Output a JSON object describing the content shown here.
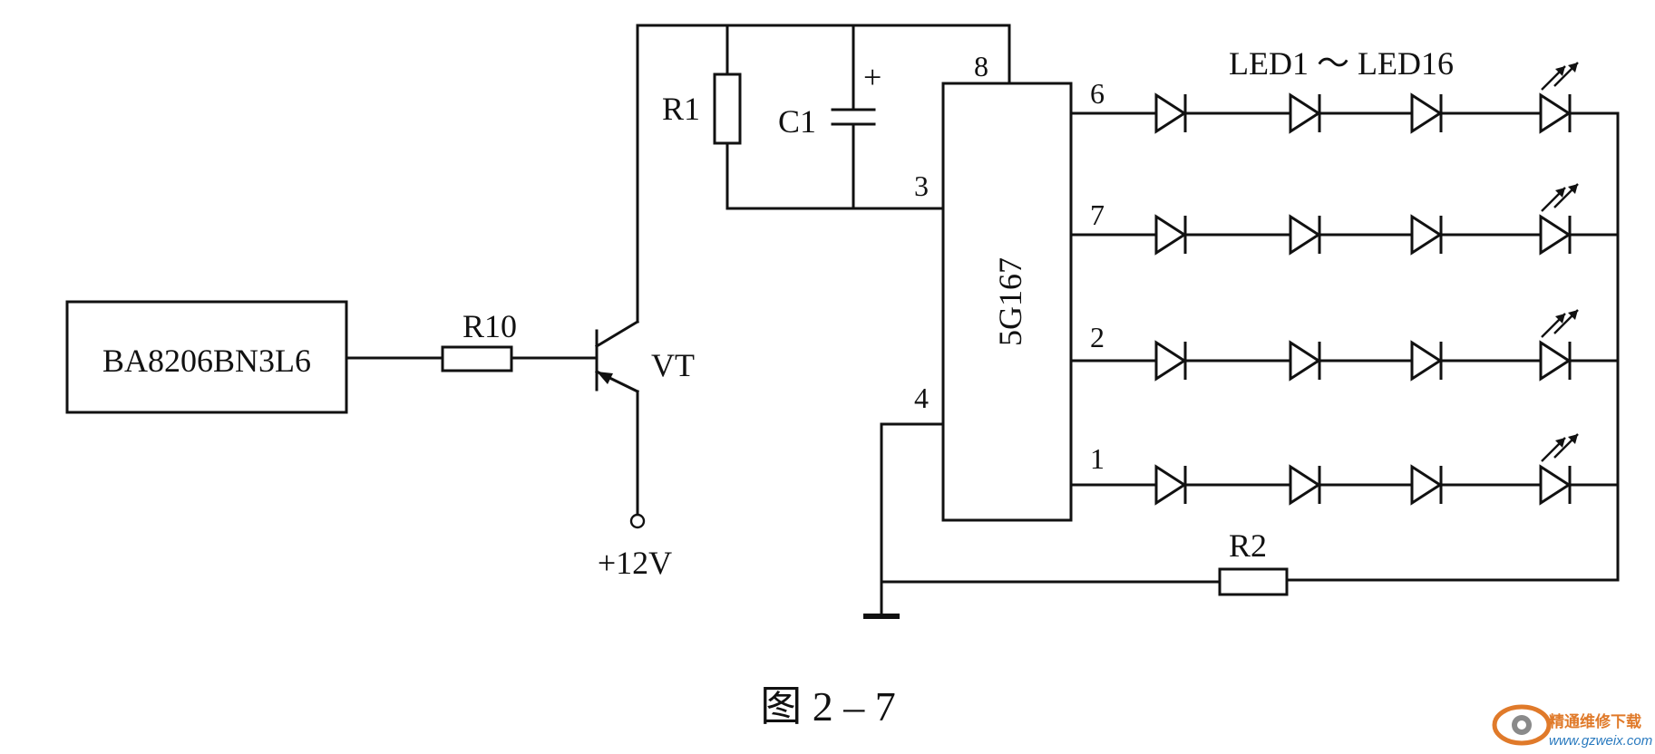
{
  "labels": {
    "ic1": "BA8206BN3L6",
    "r10": "R10",
    "vt": "VT",
    "supply": "+12V",
    "r1": "R1",
    "c1": "C1",
    "c1_plus": "+",
    "ic2": "5G167",
    "r2": "R2",
    "led_range": "LED1 ～ LED16"
  },
  "pins": {
    "p8": "8",
    "p3": "3",
    "p4": "4",
    "p6": "6",
    "p7": "7",
    "p2": "2",
    "p1": "1"
  },
  "caption": "图 2 – 7",
  "watermark": {
    "site_name": "精通维修下载",
    "url": "www.gzweix.com"
  },
  "colors": {
    "ink": "#111111",
    "watermark_orange": "#e07a2a",
    "watermark_blue": "#2a7abf"
  }
}
